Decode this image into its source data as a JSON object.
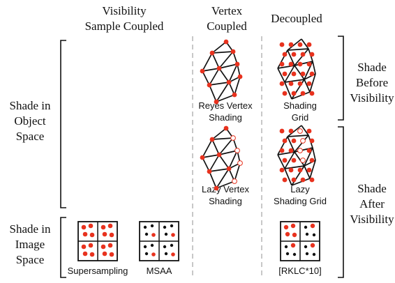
{
  "columns": {
    "visibility_sample_coupled": "Visibility\nSample Coupled",
    "vertex_coupled": "Vertex\nCoupled",
    "decoupled": "Decoupled"
  },
  "rows": {
    "shade_in_object_space": "Shade in\nObject\nSpace",
    "shade_in_image_space": "Shade in\nImage\nSpace",
    "shade_before_visibility": "Shade\nBefore\nVisibility",
    "shade_after_visibility": "Shade\nAfter\nVisibility"
  },
  "captions": {
    "reyes_vertex_shading": "Reyes Vertex\nShading",
    "shading_grid": "Shading\nGrid",
    "lazy_vertex_shading": "Lazy Vertex\nShading",
    "lazy_shading_grid": "Lazy\nShading Grid",
    "supersampling": "Supersampling",
    "msaa": "MSAA",
    "rklc": "[RKLC*10]"
  },
  "colors": {
    "shaded_red": "#e8321e",
    "unshaded_fill": "#ffffff",
    "line": "#111111",
    "divider": "#b5b5b5"
  }
}
